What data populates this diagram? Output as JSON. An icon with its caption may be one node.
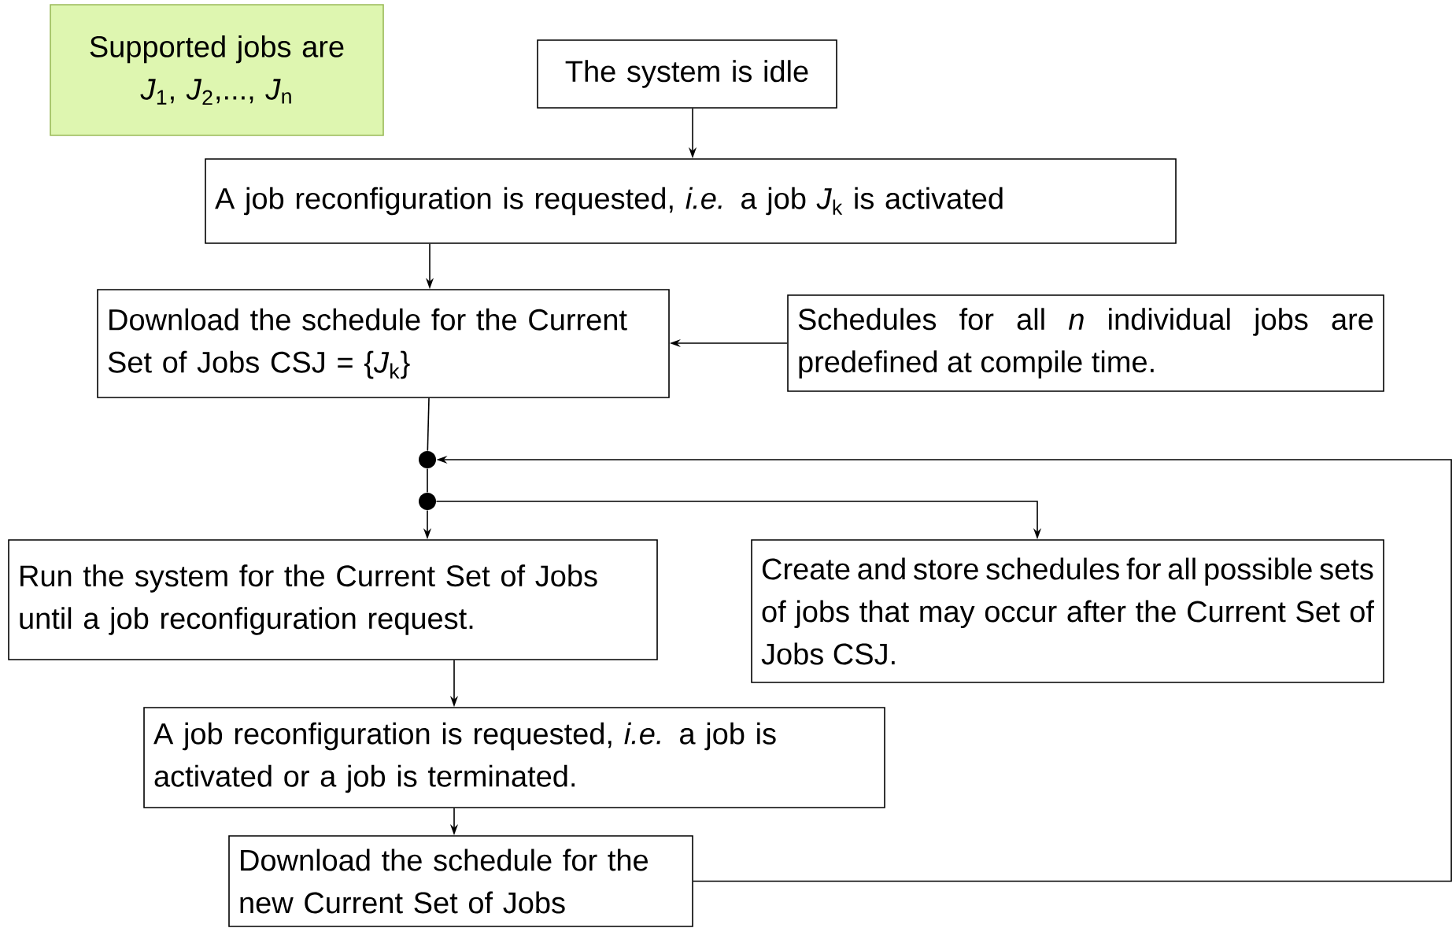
{
  "diagram": {
    "nodes": [
      {
        "text": [
          "Supported jobs are",
          "*J*$_{1}$, *J*$_{2}$,..., *J*$_{n}$"
        ]
      },
      {
        "text": [
          "The system is idle"
        ]
      },
      {
        "text": [
          "A job reconfiguration is requested, *i.e.* a job *J*$_{k}$ is activated"
        ]
      },
      {
        "text": [
          "Download the schedule for the Current Set of Jobs CSJ = {*J*$_{k}$}"
        ]
      },
      {
        "text": [
          "Schedules for all *n* individual jobs are predefined at compile time."
        ]
      },
      {
        "text": [],
        "shape": "circle"
      },
      {
        "text": [],
        "shape": "circle"
      },
      {
        "text": [
          "Run the system for the Current Set of Jobs until a job reconfiguration request."
        ]
      },
      {
        "text": [
          "Create and store schedules for all possible sets of jobs that may occur after the Current Set of Jobs CSJ."
        ]
      },
      {
        "text": [
          "A job reconfiguration is requested, *i.e.* a job is activated or a job is terminated."
        ]
      },
      {
        "text": [
          "Download the schedule for the new Current Set of Jobs"
        ]
      }
    ],
    "edges": [
      {
        "from": 1,
        "to": 2,
        "arrow": "to"
      },
      {
        "from": 2,
        "to": 3,
        "arrow": "to"
      },
      {
        "from": 4,
        "to": 3,
        "arrow": "to"
      },
      {
        "from": 3,
        "to": 5,
        "arrow": "none"
      },
      {
        "from": 10,
        "to": 5,
        "arrow": "to"
      },
      {
        "from": 5,
        "to": 6,
        "arrow": "none"
      },
      {
        "from": 6,
        "to": 7,
        "arrow": "to"
      },
      {
        "from": 6,
        "to": 8,
        "arrow": "to"
      },
      {
        "from": 7,
        "to": 9,
        "arrow": "to"
      },
      {
        "from": 9,
        "to": 10,
        "arrow": "to"
      }
    ]
  }
}
